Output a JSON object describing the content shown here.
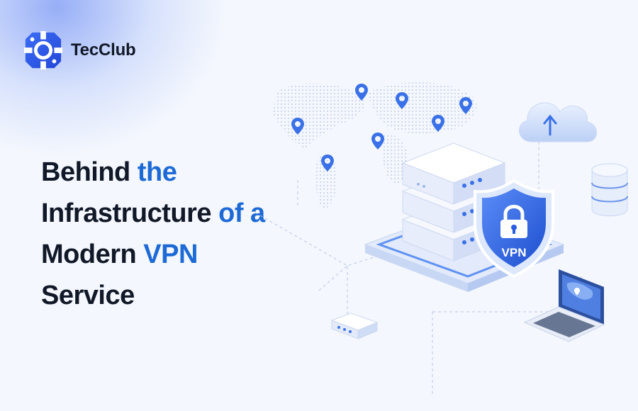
{
  "brand": {
    "name": "TecClub",
    "logo_icon": "logo-icon",
    "colors": {
      "primary": "#2f5ff0",
      "accent": "#1d6ad6",
      "dark": "#111827"
    }
  },
  "headline": {
    "line1": {
      "dark": "Behind ",
      "blue": "the"
    },
    "line2": {
      "dark": "Infrastructure ",
      "blue": "of a"
    },
    "line3": {
      "dark": "Modern ",
      "blue": "VPN"
    },
    "line4": {
      "dark": "Service",
      "blue": ""
    }
  },
  "illustration": {
    "shield_label": "VPN",
    "icons": [
      "world-map-icon",
      "location-pin-icon",
      "server-stack-icon",
      "shield-lock-icon",
      "cloud-upload-icon",
      "database-icon",
      "laptop-icon",
      "router-icon"
    ]
  }
}
